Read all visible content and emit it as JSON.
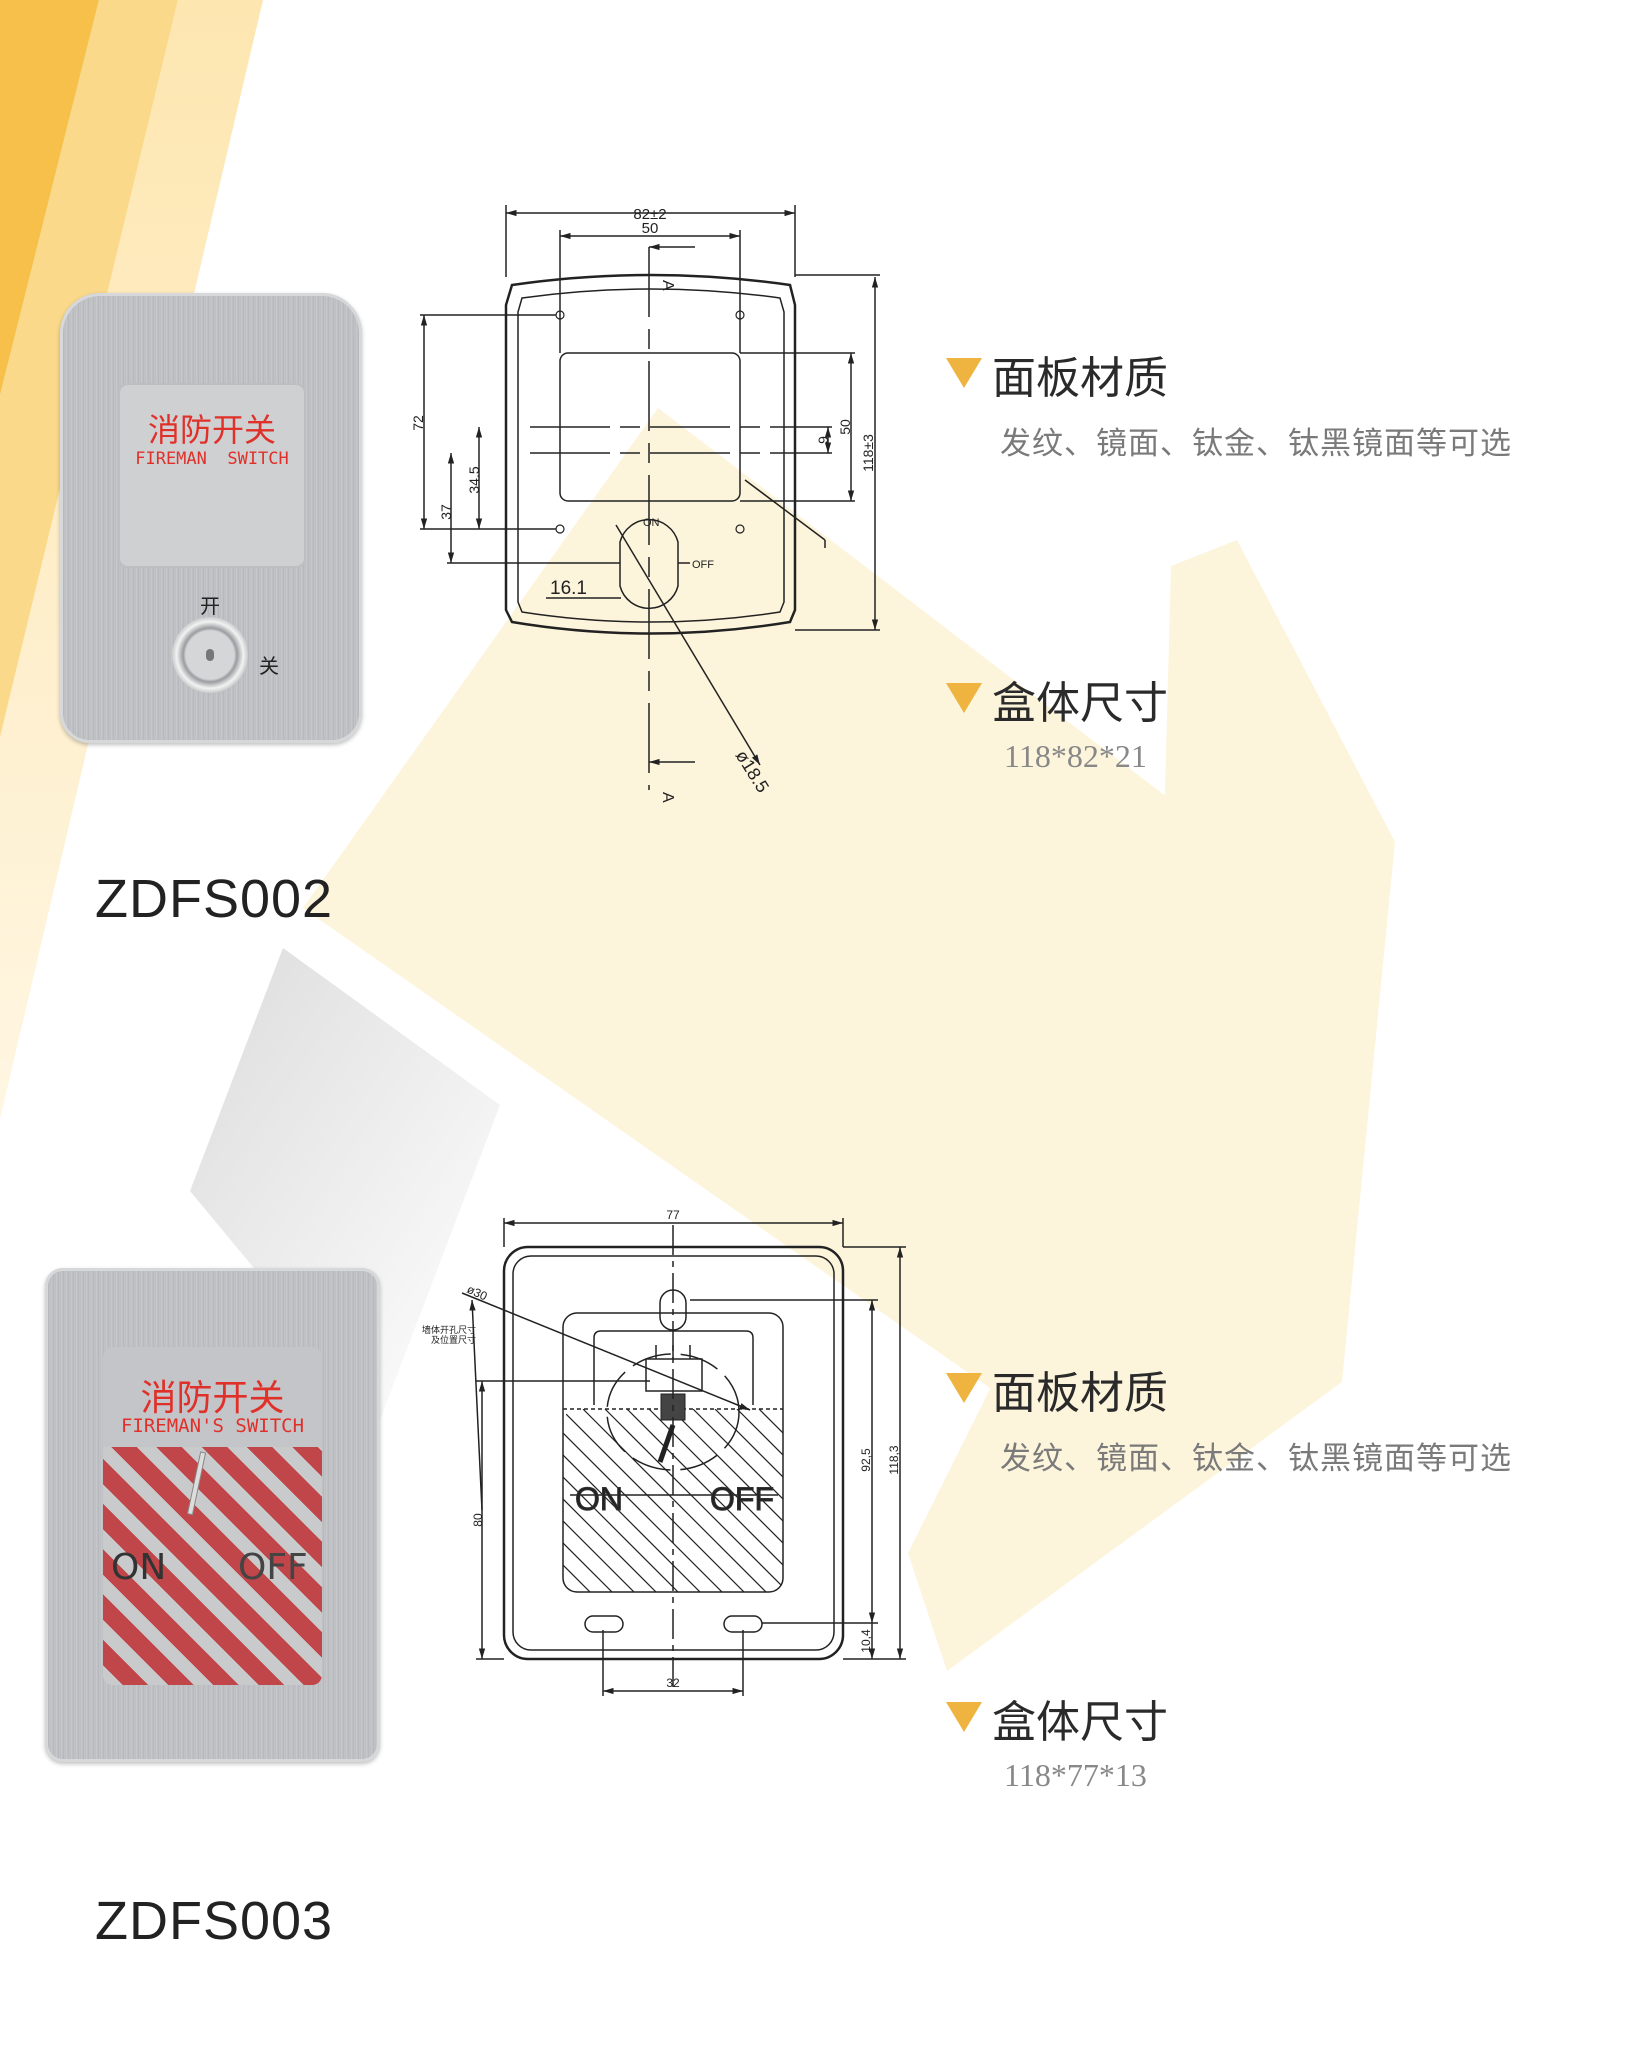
{
  "colors": {
    "accent_triangle": "#efb43f",
    "label_red": "#e0302a",
    "stripe_orange": "#f7c04a",
    "stripe_yellow": "#fbd98a",
    "cream": "#fdf4dc"
  },
  "products": [
    {
      "model": "ZDFS002",
      "panel_title": "面板材质",
      "panel_desc": "发纹、镜面、钛金、钛黑镜面等可选",
      "box_title": "盒体尺寸",
      "box_size": "118*82*21",
      "photo": {
        "cn_label": "消防开关",
        "en_label": "FIREMAN  SWITCH",
        "on_mark": "开",
        "off_mark": "关"
      },
      "drawing": {
        "width": "82±2",
        "inner_width": "50",
        "section_top": "A",
        "section_bottom": "A",
        "d72": "72",
        "d37": "37",
        "d345": "34.5",
        "d50v": "50",
        "d9": "9",
        "height": "118±3",
        "d161": "16.1",
        "diameter": "ø18.5",
        "on": "ON",
        "off": "OFF"
      }
    },
    {
      "model": "ZDFS003",
      "panel_title": "面板材质",
      "panel_desc": "发纹、镜面、钛金、钛黑镜面等可选",
      "box_title": "盒体尺寸",
      "box_size": "118*77*13",
      "photo": {
        "cn_label": "消防开关",
        "en_label": "FIREMAN'S SWITCH",
        "on": "ON",
        "off": "OFF"
      },
      "drawing": {
        "width": "77",
        "hole_spacing": "32",
        "d925": "92,5",
        "height": "118,3",
        "d104": "10,4",
        "d80": "80",
        "diameter": "ø30",
        "note_line1": "墙体开孔尺寸",
        "note_line2": "及位置尺寸",
        "on": "ON",
        "off": "OFF"
      }
    }
  ]
}
